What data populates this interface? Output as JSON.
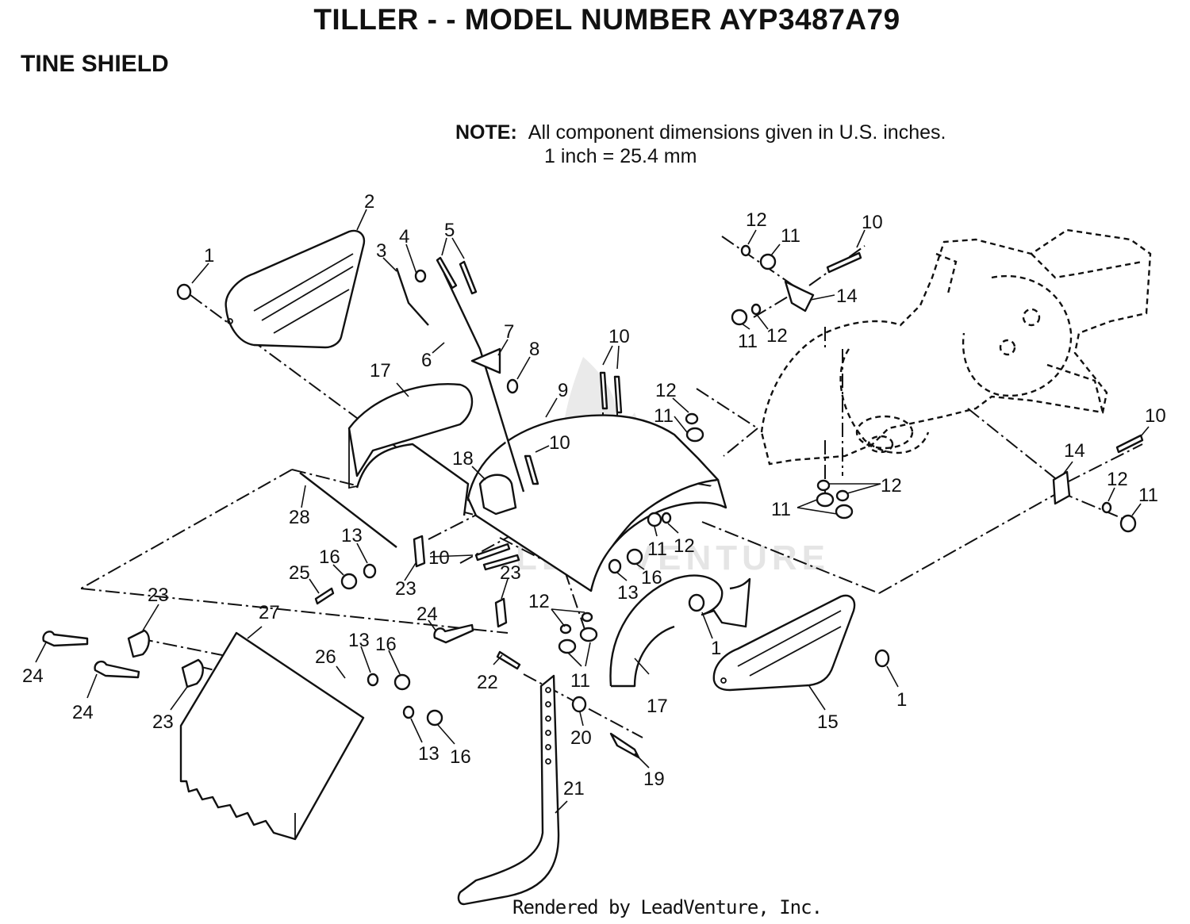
{
  "header": {
    "title": "TILLER - - MODEL NUMBER AYP3487A79",
    "section": "TINE SHIELD"
  },
  "note": {
    "label": "NOTE:",
    "line1": "All component dimensions given in U.S. inches.",
    "line2": "1 inch = 25.4 mm"
  },
  "footer": "Rendered by LeadVenture, Inc.",
  "watermark": "LEADVENTURE",
  "callouts": {
    "c1a": "1",
    "c1b": "1",
    "c1c": "1",
    "c2": "2",
    "c3": "3",
    "c4": "4",
    "c5": "5",
    "c6": "6",
    "c7": "7",
    "c8": "8",
    "c9": "9",
    "c10a": "10",
    "c10b": "10",
    "c10c": "10",
    "c10d": "10",
    "c10e": "10",
    "c11a": "11",
    "c11b": "11",
    "c11c": "11",
    "c11d": "11",
    "c11e": "11",
    "c11f": "11",
    "c11g": "11",
    "c12a": "12",
    "c12b": "12",
    "c12c": "12",
    "c12d": "12",
    "c12e": "12",
    "c12f": "12",
    "c12g": "12",
    "c13a": "13",
    "c13b": "13",
    "c13c": "13",
    "c13d": "13",
    "c14a": "14",
    "c14b": "14",
    "c15": "15",
    "c16a": "16",
    "c16b": "16",
    "c16c": "16",
    "c16d": "16",
    "c17a": "17",
    "c17b": "17",
    "c18": "18",
    "c19": "19",
    "c20": "20",
    "c21": "21",
    "c22": "22",
    "c23a": "23",
    "c23b": "23",
    "c23c": "23",
    "c23d": "23",
    "c24a": "24",
    "c24b": "24",
    "c24c": "24",
    "c25": "25",
    "c26": "26",
    "c27": "27",
    "c28": "28"
  }
}
